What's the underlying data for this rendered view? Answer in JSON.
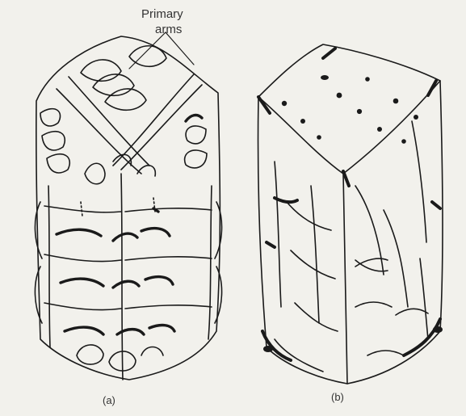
{
  "figure": {
    "annotation_line1": "Primary",
    "annotation_line2": "arms",
    "panel_a_label": "(a)",
    "panel_b_label": "(b)"
  },
  "colors": {
    "background": "#f2f1ec",
    "ink": "#1a1a1a"
  }
}
